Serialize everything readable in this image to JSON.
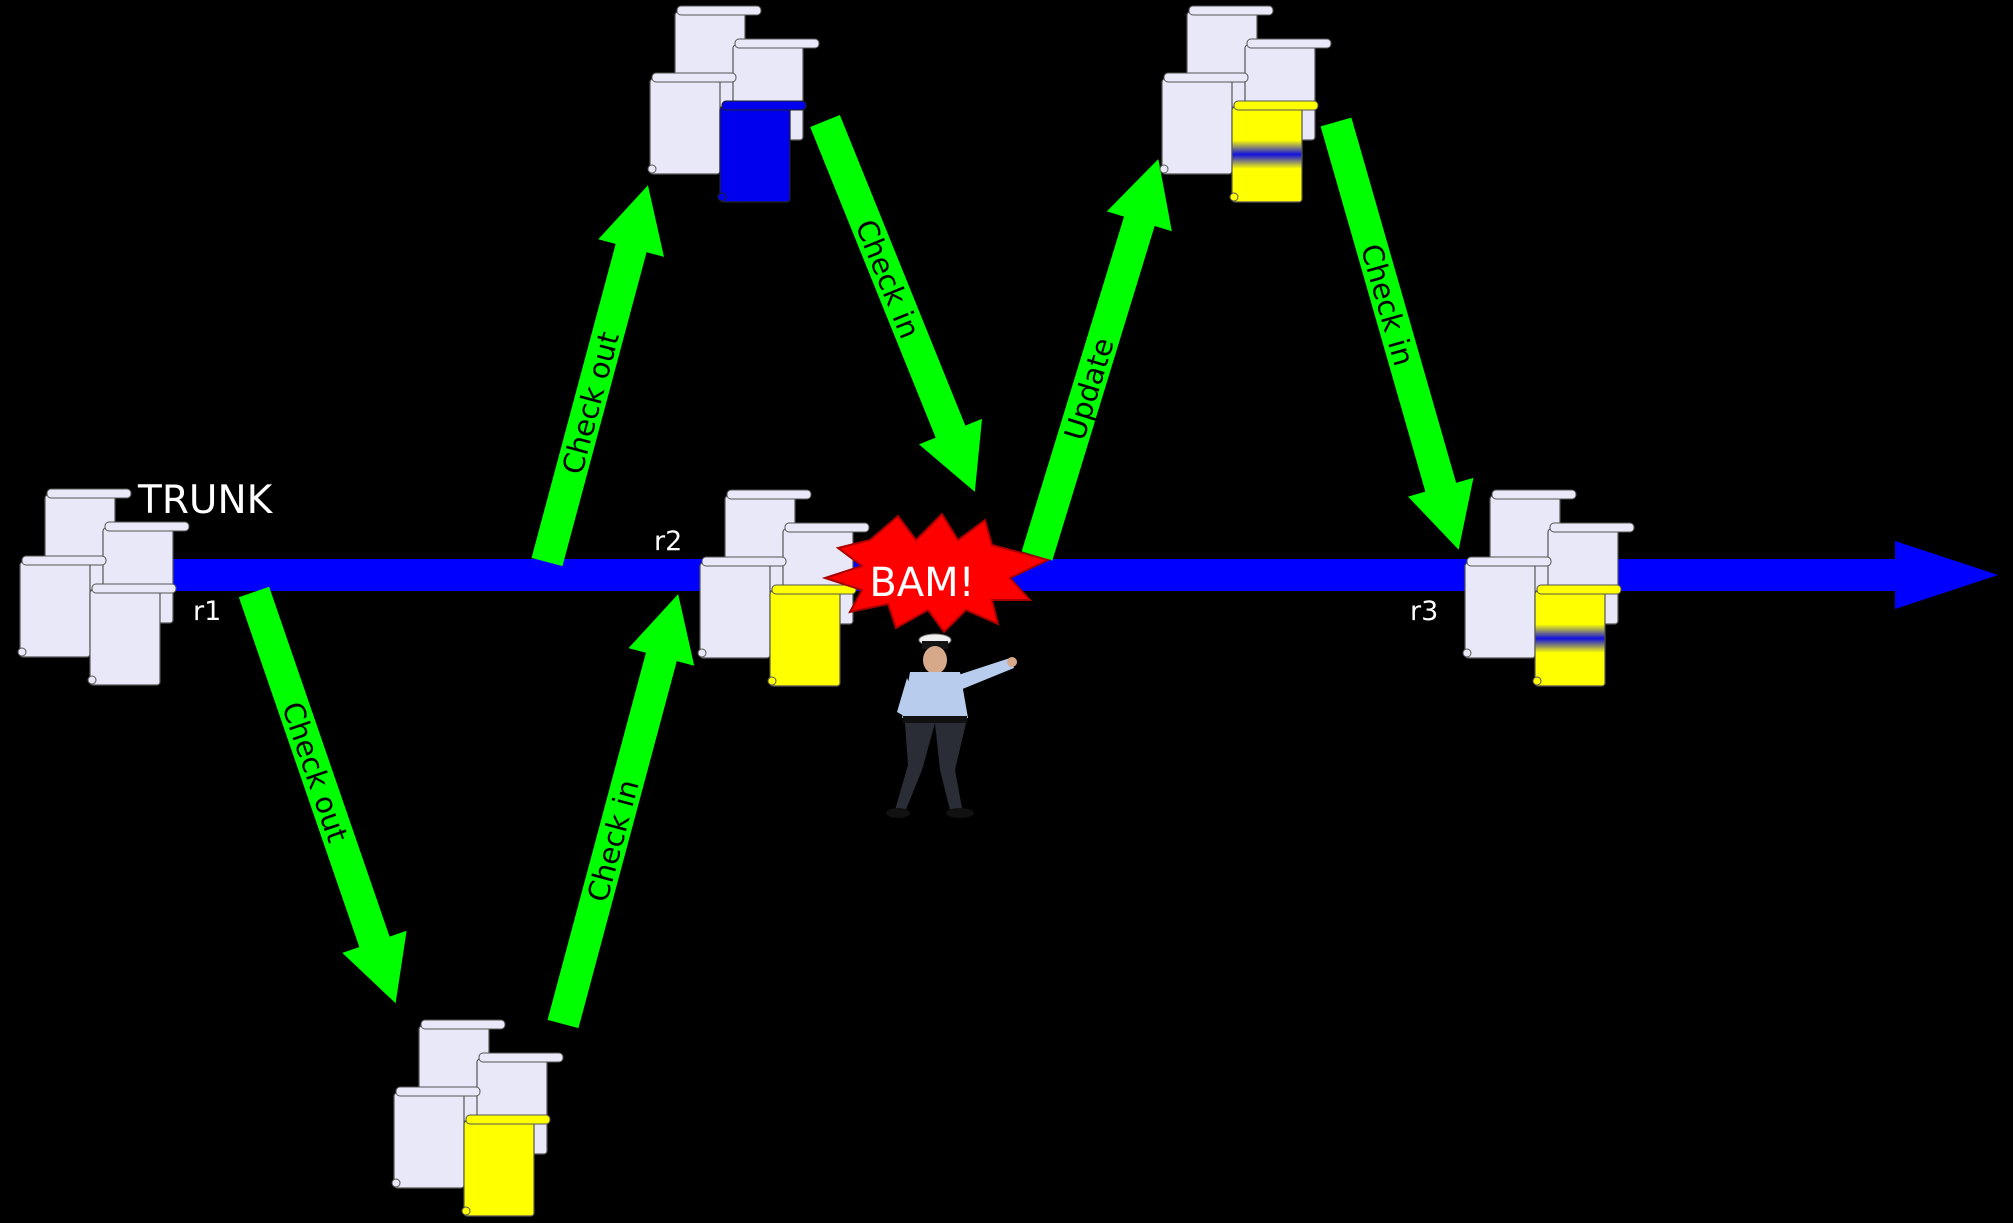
{
  "diagram": {
    "trunk_label": "TRUNK",
    "revisions": {
      "r1": "r1",
      "r2": "r2",
      "r3": "r3"
    },
    "arrows": {
      "check_out_up": "Check out",
      "check_in_down": "Check in",
      "check_out_down": "Check out",
      "check_in_up": "Check in",
      "update": "Update",
      "check_in_final": "Check in"
    },
    "conflict_label": "BAM!"
  },
  "colors": {
    "background": "#000000",
    "trunk": "#0000ff",
    "arrow": "#00ff00",
    "page": "#e8e8f8",
    "changed_yellow": "#ffff00",
    "changed_blue": "#0000ee",
    "burst": "#ff0000"
  },
  "icons": [
    "document-stack-icon",
    "police-officer-icon",
    "burst-icon"
  ]
}
